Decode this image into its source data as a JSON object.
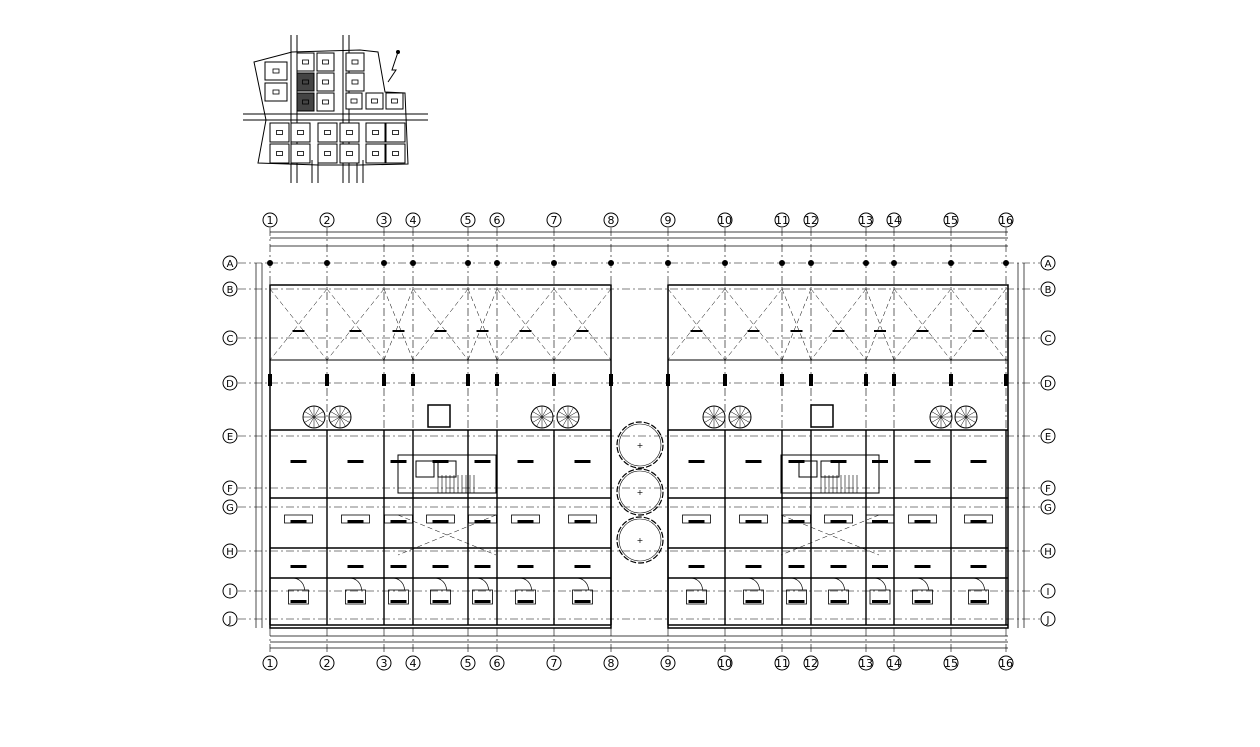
{
  "drawing": {
    "grid_columns": [
      "1",
      "2",
      "3",
      "4",
      "5",
      "6",
      "7",
      "8",
      "9",
      "10",
      "11",
      "12",
      "13",
      "14",
      "15",
      "16"
    ],
    "grid_rows": [
      "A",
      "B",
      "C",
      "D",
      "E",
      "F",
      "G",
      "H",
      "I",
      "J"
    ],
    "line_color": "#000000",
    "background": "#ffffff",
    "key_plan": {
      "north_arrow": "north-arrow-icon",
      "highlighted_block_color": "#444444"
    }
  }
}
